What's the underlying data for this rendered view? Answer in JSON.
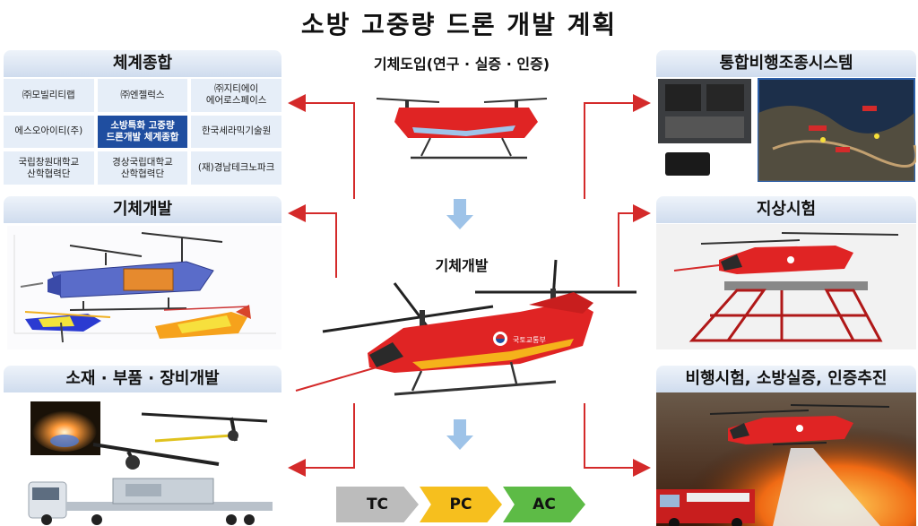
{
  "title": "소방 고중량 드론 개발 계획",
  "center": {
    "top_label": "기체도입(연구 · 실증 · 인증)",
    "middle_label": "기체개발"
  },
  "left_panels": {
    "system_integration": {
      "title": "체계종합",
      "cells": [
        "㈜모빌리티랩",
        "㈜엔젤럭스",
        "㈜지티에이\n에어로스페이스",
        "에스오아이티(주)",
        "소방특화 고중량\n드론개발 체계종합",
        "한국세라믹기술원",
        "국립창원대학교\n산학협력단",
        "경상국립대학교\n산학협력단",
        "(재)경남테크노파크"
      ]
    },
    "airframe_dev": {
      "title": "기체개발"
    },
    "materials": {
      "title": "소재 · 부품 · 장비개발"
    }
  },
  "right_panels": {
    "flight_control": {
      "title": "통합비행조종시스템"
    },
    "ground_test": {
      "title": "지상시험"
    },
    "flight_test": {
      "title": "비행시험, 소방실증, 인증추진"
    }
  },
  "flow": [
    "TC",
    "PC",
    "AC"
  ],
  "drone_marking": "국토교통부",
  "colors": {
    "drone_red": "#e02424",
    "arrow_red": "#d42a2a",
    "down_arrow": "#9ec3e8",
    "panel_accent": "#1f4ea0"
  }
}
